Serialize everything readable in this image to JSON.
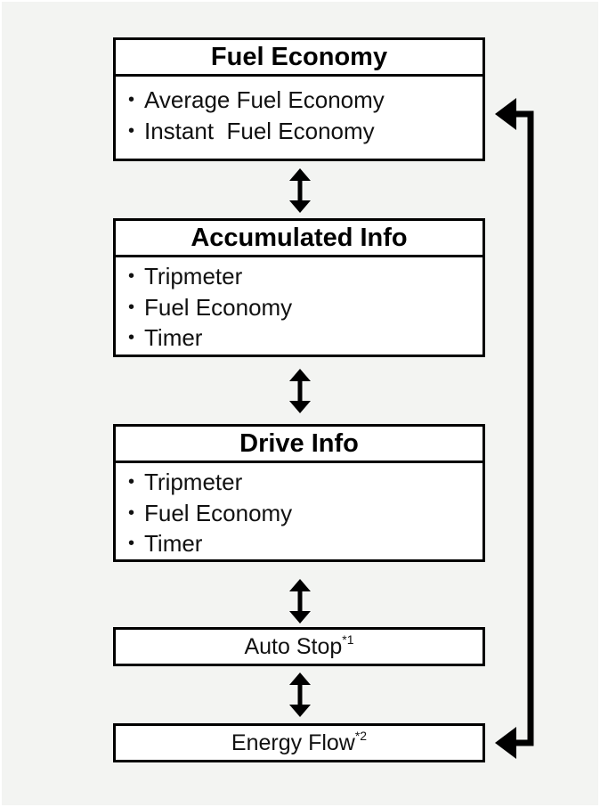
{
  "fuel_economy": {
    "title": "Fuel Economy",
    "items": [
      "Average Fuel Economy",
      "Instant  Fuel Economy"
    ]
  },
  "accumulated_info": {
    "title": "Accumulated Info",
    "items": [
      "Tripmeter",
      "Fuel Economy",
      "Timer"
    ]
  },
  "drive_info": {
    "title": "Drive Info",
    "items": [
      "Tripmeter",
      "Fuel Economy",
      "Timer"
    ]
  },
  "auto_stop": {
    "label": "Auto Stop",
    "note": "*1"
  },
  "energy_flow": {
    "label": "Energy Flow",
    "note": "*2"
  },
  "bullet_symbol": "•"
}
